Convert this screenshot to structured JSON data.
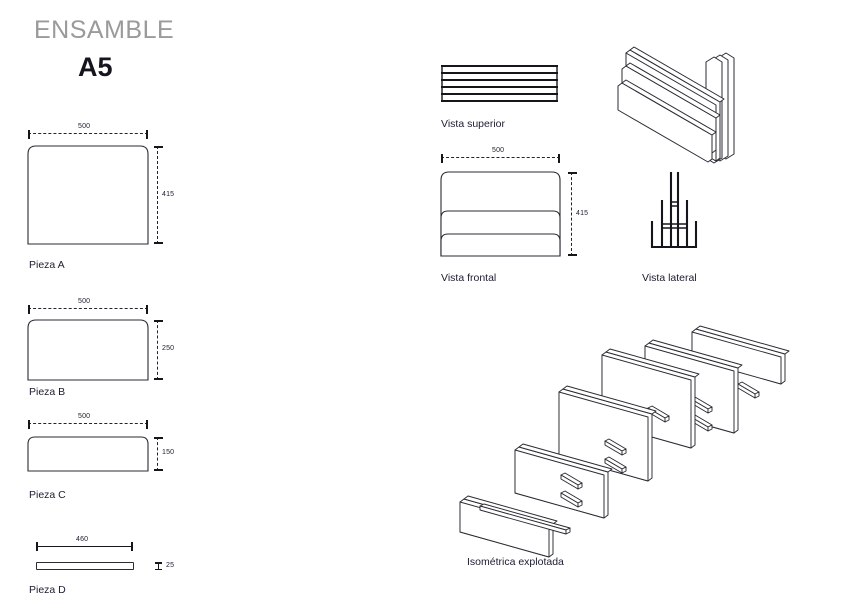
{
  "document": {
    "header_title": "ENSAMBLE",
    "header_code": "A5"
  },
  "pieces": [
    {
      "id": "pieza-a",
      "label": "Pieza A",
      "width_dim": "500",
      "height_dim": "415"
    },
    {
      "id": "pieza-b",
      "label": "Pieza B",
      "width_dim": "500",
      "height_dim": "250"
    },
    {
      "id": "pieza-c",
      "label": "Pieza C",
      "width_dim": "500",
      "height_dim": "150"
    },
    {
      "id": "pieza-d",
      "label": "Pieza D",
      "width_dim": "460",
      "height_dim": "25"
    }
  ],
  "views": {
    "superior": {
      "label": "Vista superior"
    },
    "frontal": {
      "label": "Vista frontal",
      "width_dim": "500",
      "height_dim": "415"
    },
    "lateral": {
      "label": "Vista lateral"
    },
    "isometrica_explotada": {
      "label": "Isométrica explotada"
    }
  },
  "colors": {
    "line": "#2b2b33",
    "title_muted": "#9a9a9a",
    "text": "#1c1c30",
    "paper": "#ffffff"
  }
}
